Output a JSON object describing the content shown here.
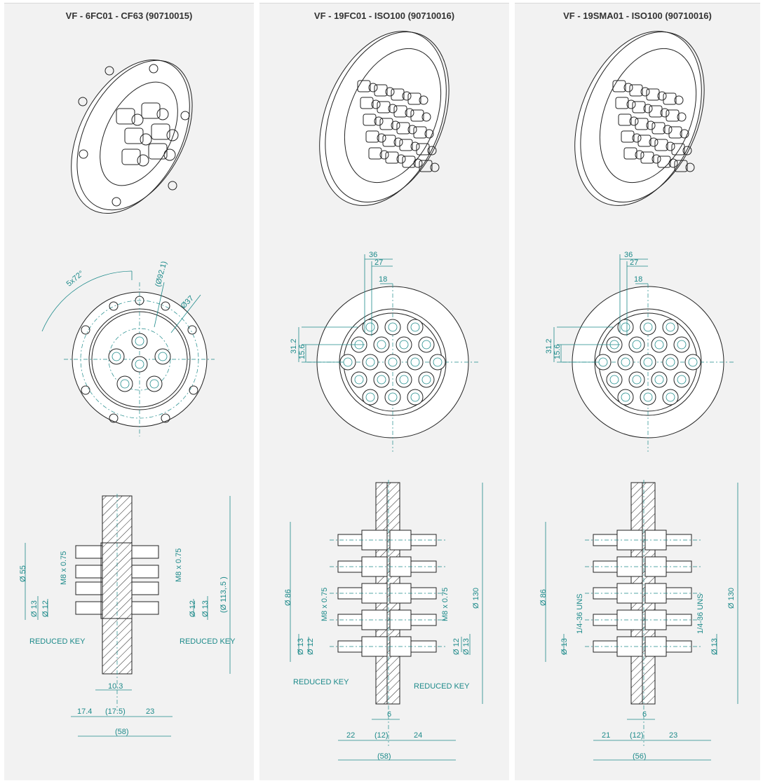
{
  "panels": [
    {
      "title": "VF - 6FC01 - CF63 (90710015)",
      "front_labels": [
        "5x72°",
        "(Ø92.1)",
        "Ø37"
      ],
      "side_labels": {
        "left_diam_outer": "Ø 55",
        "left_diam_13": "Ø 13",
        "left_diam_12": "Ø 12",
        "thread_left": "M8 x 0.75",
        "thread_right": "M8 x 0.75",
        "right_diam_12": "Ø 12",
        "right_diam_13": "Ø 13",
        "flange_diam": "(Ø 113,.5 )",
        "key_left": "REDUCED KEY",
        "key_right": "REDUCED KEY",
        "dim_thick": "10.3",
        "dim_left": "17.4",
        "dim_mid": "(17.5)",
        "dim_right": "23",
        "dim_total": "(58)"
      }
    },
    {
      "title": "VF - 19FC01 - ISO100 (90710016)",
      "front_labels": [
        "36",
        "27",
        "18",
        "31.2",
        "15.6"
      ],
      "side_labels": {
        "left_diam_outer": "Ø 86",
        "left_diam_13": "Ø 13",
        "left_diam_12": "Ø 12",
        "thread_left": "M8 x 0.75",
        "thread_right": "M8 x 0.75",
        "right_diam_12": "Ø 12",
        "right_diam_13": "Ø 13",
        "flange_diam": "Ø 130",
        "key_left": "REDUCED KEY",
        "key_right": "REDUCED KEY",
        "dim_thick": "6",
        "dim_left": "22",
        "dim_mid": "(12)",
        "dim_right": "24",
        "dim_total": "(58)"
      }
    },
    {
      "title": "VF - 19SMA01 - ISO100 (90710016)",
      "front_labels": [
        "36",
        "27",
        "18",
        "31.2",
        "15.6"
      ],
      "side_labels": {
        "left_diam_outer": "Ø 86",
        "left_diam_13": "Ø 13",
        "thread_left": "1/4-36 UNS",
        "thread_right": "1/4-36 UNS",
        "right_diam_13": "Ø 13",
        "flange_diam": "Ø 130",
        "dim_thick": "6",
        "dim_left": "21",
        "dim_mid": "(12)",
        "dim_right": "23",
        "dim_total": "(56)"
      }
    }
  ],
  "colors": {
    "dimension_teal": "#1d8a8a",
    "outline": "#222222",
    "panel_bg": "#f2f2f2"
  }
}
